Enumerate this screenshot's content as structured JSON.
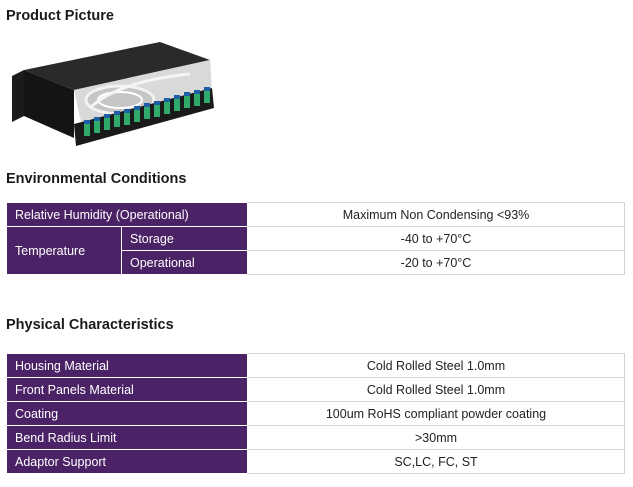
{
  "sections": {
    "product": {
      "title": "Product Picture"
    },
    "environmental": {
      "title": "Environmental Conditions",
      "humidity": {
        "label": "Relative Humidity (Operational)",
        "value": "Maximum Non Condensing <93%"
      },
      "temperature": {
        "label": "Temperature",
        "storage": {
          "label": "Storage",
          "value": "-40 to +70°C"
        },
        "operational": {
          "label": "Operational",
          "value": "-20 to +70°C"
        }
      }
    },
    "physical": {
      "title": "Physical Characteristics",
      "rows": [
        {
          "label": "Housing Material",
          "value": "Cold Rolled Steel 1.0mm"
        },
        {
          "label": "Front Panels Material",
          "value": "Cold Rolled Steel 1.0mm"
        },
        {
          "label": "Coating",
          "value": "100um RoHS compliant powder coating"
        },
        {
          "label": "Bend Radius Limit",
          "value": ">30mm"
        },
        {
          "label": "Adaptor Support",
          "value": "SC,LC, FC, ST"
        }
      ]
    }
  },
  "colors": {
    "label_bg": "#4b2266",
    "label_text": "#ffffff",
    "border": "#d3d3d3"
  },
  "image": {
    "name": "fiber-patch-panel-image"
  }
}
